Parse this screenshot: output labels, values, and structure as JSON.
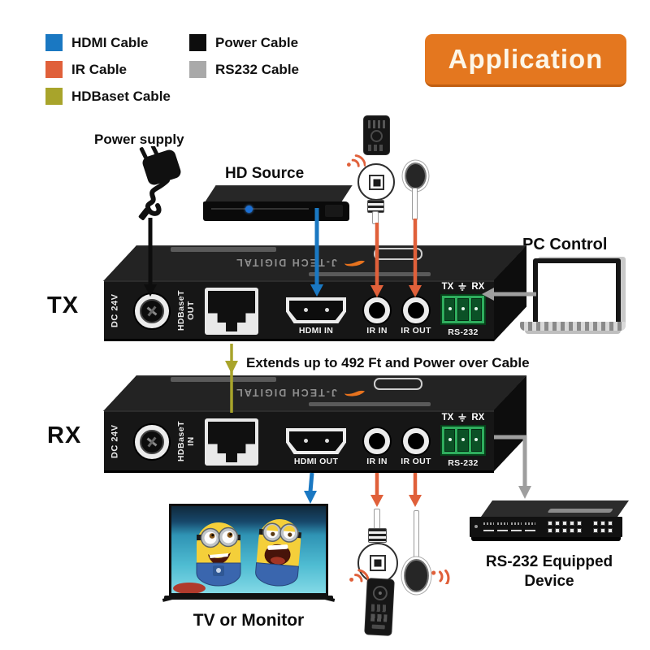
{
  "badge": {
    "label": "Application"
  },
  "legend": {
    "items": [
      {
        "label": "HDMI Cable",
        "color": "#1a78c2"
      },
      {
        "label": "Power Cable",
        "color": "#0d0d0d"
      },
      {
        "label": "IR Cable",
        "color": "#e0603a"
      },
      {
        "label": "RS232 Cable",
        "color": "#a9a9a9"
      },
      {
        "label": "HDBaset Cable",
        "color": "#a8a42b"
      }
    ]
  },
  "labels": {
    "power_supply": "Power supply",
    "hd_source": "HD Source",
    "pc_control": "PC Control",
    "tx_unit": "TX",
    "rx_unit": "RX",
    "extends_note": "Extends up to 492 Ft and Power over Cable",
    "tv_or_monitor": "TV or Monitor",
    "rs232_device_line1": "RS-232 Equipped",
    "rs232_device_line2": "Device"
  },
  "tx_device": {
    "brand": "J-TECH DIGITAL",
    "ports": {
      "dc": "DC 24V",
      "hdbaset_line1": "HDBaseT",
      "hdbaset_line2": "OUT",
      "hdmi": "HDMI IN",
      "ir_in": "IR IN",
      "ir_out": "IR OUT",
      "rs232": "RS-232",
      "serial_tx": "TX",
      "serial_rx": "RX"
    }
  },
  "rx_device": {
    "brand": "J-TECH DIGITAL",
    "ports": {
      "dc": "DC 24V",
      "hdbaset_line1": "HDBaseT",
      "hdbaset_line2": "IN",
      "hdmi": "HDMI OUT",
      "ir_in": "IR IN",
      "ir_out": "IR OUT",
      "rs232": "RS-232",
      "serial_tx": "TX",
      "serial_rx": "RX"
    }
  },
  "colors": {
    "hdmi_cable": "#1a78c2",
    "power_cable": "#0d0d0d",
    "ir_cable": "#e0603a",
    "rs232_cable": "#9e9e9e",
    "hdbaset_cable": "#a8a42b",
    "badge_bg": "#e4771f"
  }
}
